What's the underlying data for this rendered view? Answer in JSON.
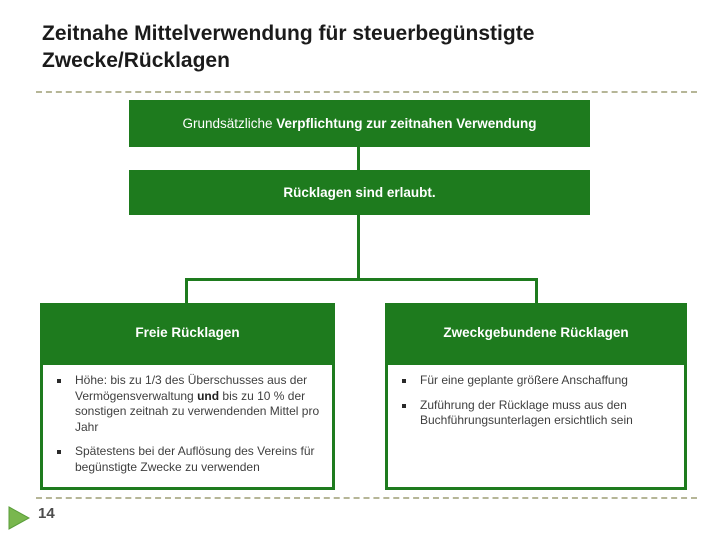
{
  "slide": {
    "title_lines": [
      "Zeitnahe Mittelverwendung für steuerbegünstigte",
      "Zwecke/Rücklagen"
    ],
    "page_number": "14"
  },
  "colors": {
    "box_green": "#1e7b1e",
    "dashed_line": "#b6b697",
    "arrow_green": "#79b74e",
    "body_text": "#3f3f3f",
    "title_text": "#1b1b1b"
  },
  "diagram": {
    "top_box": {
      "text_regular": "Grundsätzliche ",
      "text_bold": "Verpflichtung zur zeitnahen Verwendung"
    },
    "middle_box": {
      "label": "Rücklagen sind erlaubt."
    },
    "left_box": {
      "header": "Freie Rücklagen",
      "bullets": [
        {
          "before": "Höhe: bis zu 1/3 des Überschusses aus der Vermögensverwaltung ",
          "bold": "und",
          "after": " bis zu 10 % der sonstigen zeitnah zu verwendenden Mittel pro Jahr"
        },
        {
          "before": "Spätestens bei der Auflösung des Vereins für begünstigte Zwecke zu verwenden",
          "bold": "",
          "after": ""
        }
      ]
    },
    "right_box": {
      "header": "Zweckgebundene Rücklagen",
      "bullets": [
        {
          "before": "Für eine geplante größere Anschaffung",
          "bold": "",
          "after": ""
        },
        {
          "before": "Zuführung der Rücklage muss aus den Buchführungsunterlagen ersichtlich sein",
          "bold": "",
          "after": ""
        }
      ]
    }
  }
}
